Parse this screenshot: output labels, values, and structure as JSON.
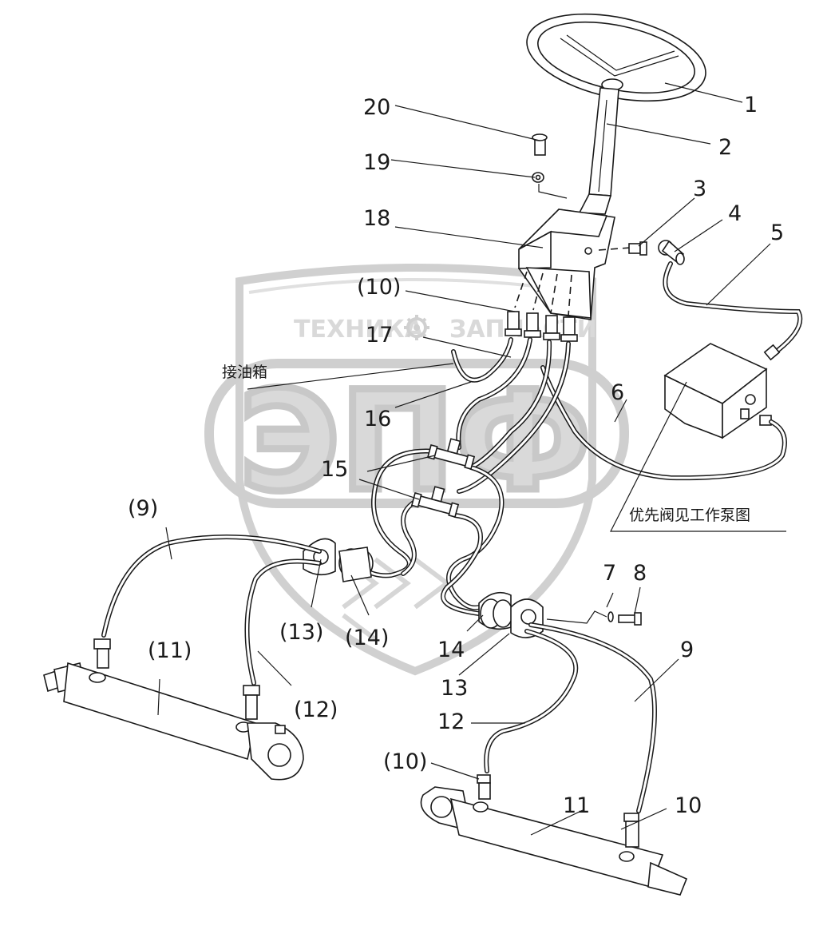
{
  "watermark": {
    "brand": "ЭПФ",
    "subtitle_left": "ТЕХНИКА",
    "subtitle_right": "ЗАПЧАСТИ"
  },
  "callouts": {
    "c1": "1",
    "c2": "2",
    "c3": "3",
    "c4": "4",
    "c5": "5",
    "c6": "6",
    "c7": "7",
    "c8": "8",
    "c9": "9",
    "c9p": "(9)",
    "c10": "10",
    "c10p_top": "(10)",
    "c10p_bottom": "(10)",
    "c11": "11",
    "c11p": "(11)",
    "c12": "12",
    "c12p": "(12)",
    "c13": "13",
    "c13p": "(13)",
    "c14": "14",
    "c14p": "(14)",
    "c15": "15",
    "c16": "16",
    "c17": "17",
    "c18": "18",
    "c19": "19",
    "c20": "20"
  },
  "notes": {
    "oil_tank": "接油箱",
    "priority_valve": "优先阀见工作泵图"
  },
  "icons": [
    "gear-icon",
    "shield-emblem"
  ]
}
